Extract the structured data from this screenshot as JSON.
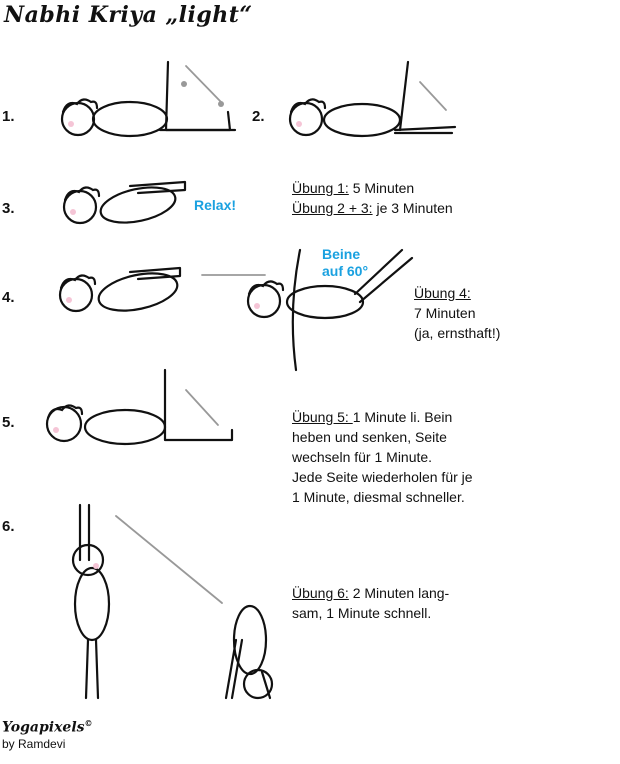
{
  "title": "Nabhi Kriya „light“",
  "steps": [
    "1.",
    "2.",
    "3.",
    "4.",
    "5.",
    "6."
  ],
  "labels": {
    "relax": "Relax!",
    "beine_line1": "Beine",
    "beine_line2": "auf 60°"
  },
  "notes": {
    "n1_head": "Übung 1:",
    "n1_text": " 5 Minuten",
    "n23_head": "Übung 2 + 3:",
    "n23_text": " je 3 Minuten",
    "n4_head": "Übung 4:",
    "n4_line2": "7 Minuten",
    "n4_line3": "(ja, ernsthaft!)",
    "n5_head": "Übung 5: ",
    "n5_line1": "1 Minute li. Bein",
    "n5_line2": "heben und senken, Seite",
    "n5_line3": "wechseln für 1 Minute.",
    "n5_line4": "Jede Seite wiederholen für je",
    "n5_line5": "1 Minute, diesmal schneller.",
    "n6_head": "Übung 6:",
    "n6_line1": " 2 Minuten lang-",
    "n6_line2": "sam, 1 Minute schnell."
  },
  "brand": "Yogapixels",
  "brand_mark": "©",
  "byline": "by Ramdevi",
  "colors": {
    "stripe_red": "#e11b1b",
    "arrow_gray": "#999999",
    "accent_blue": "#1aa1e0"
  }
}
